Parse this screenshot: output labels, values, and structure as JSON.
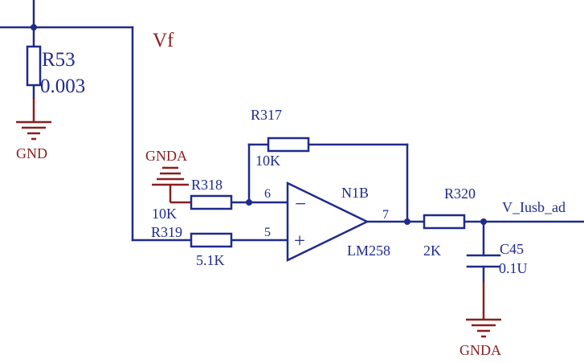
{
  "labels": {
    "vf": "Vf",
    "r53_ref": "R53",
    "r53_val": "0.003",
    "gnd1": "GND",
    "r317_ref": "R317",
    "r317_val": "10K",
    "gnda1": "GNDA",
    "r318_ref": "R318",
    "r318_val": "10K",
    "r319_ref": "R319",
    "r319_val": "5.1K",
    "pin6": "6",
    "pin5": "5",
    "pin7": "7",
    "opamp_ref": "N1B",
    "opamp_part": "LM258",
    "r320_ref": "R320",
    "r320_val": "2K",
    "c45_ref": "C45",
    "c45_val": "0.1U",
    "net_out": "V_Iusb_ad",
    "gnda2": "GNDA",
    "minus_sign": "−",
    "plus_sign": "+"
  },
  "colors": {
    "wire": "#1f2b8c",
    "ground": "#8a1f1f",
    "background": "#ffffff"
  }
}
